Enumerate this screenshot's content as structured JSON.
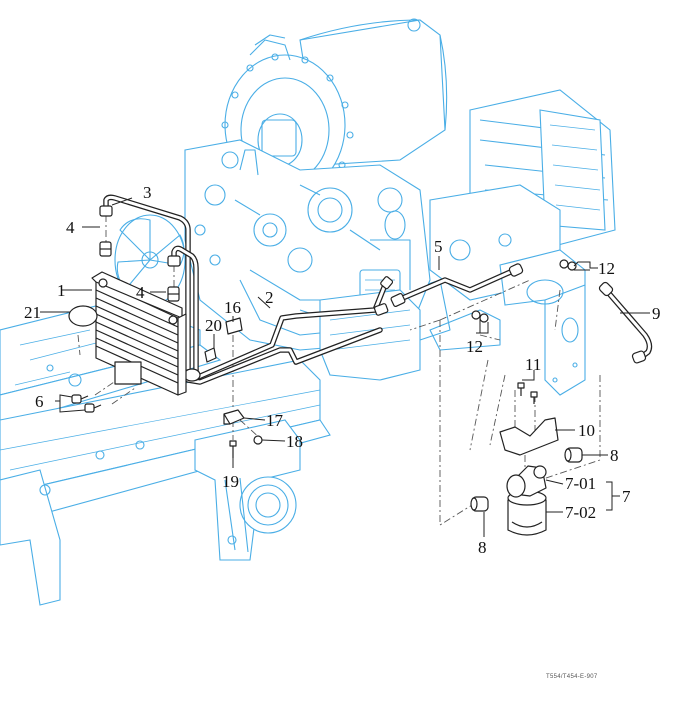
{
  "diagram": {
    "title": "Transmission oil cooler piping exploded view",
    "drawing_code": "T554/T454-E-907",
    "colors": {
      "machine_outline": "#4aaee6",
      "parts": "#222222",
      "background": "#ffffff"
    },
    "callouts": [
      {
        "id": "1",
        "label": "1",
        "part": "oil cooler"
      },
      {
        "id": "2",
        "label": "2",
        "part": "pipe"
      },
      {
        "id": "3",
        "label": "3",
        "part": "pipe"
      },
      {
        "id": "4a",
        "label": "4",
        "part": "connector"
      },
      {
        "id": "4b",
        "label": "4",
        "part": "connector"
      },
      {
        "id": "5",
        "label": "5",
        "part": "pipe"
      },
      {
        "id": "6",
        "label": "6",
        "part": "bolt"
      },
      {
        "id": "7",
        "label": "7",
        "part": "filter assembly"
      },
      {
        "id": "7-01",
        "label": "7-01",
        "part": "filter head"
      },
      {
        "id": "7-02",
        "label": "7-02",
        "part": "filter element"
      },
      {
        "id": "8a",
        "label": "8",
        "part": "adapter"
      },
      {
        "id": "8b",
        "label": "8",
        "part": "adapter"
      },
      {
        "id": "9",
        "label": "9",
        "part": "pipe"
      },
      {
        "id": "10",
        "label": "10",
        "part": "bracket"
      },
      {
        "id": "11",
        "label": "11",
        "part": "bolt"
      },
      {
        "id": "12a",
        "label": "12",
        "part": "bolt"
      },
      {
        "id": "12b",
        "label": "12",
        "part": "bolt"
      },
      {
        "id": "16",
        "label": "16",
        "part": "clamp"
      },
      {
        "id": "17",
        "label": "17",
        "part": "bracket"
      },
      {
        "id": "18",
        "label": "18",
        "part": "bolt"
      },
      {
        "id": "19",
        "label": "19",
        "part": "bolt"
      },
      {
        "id": "20",
        "label": "20",
        "part": "clamp"
      },
      {
        "id": "21",
        "label": "21",
        "part": "seal"
      }
    ]
  }
}
